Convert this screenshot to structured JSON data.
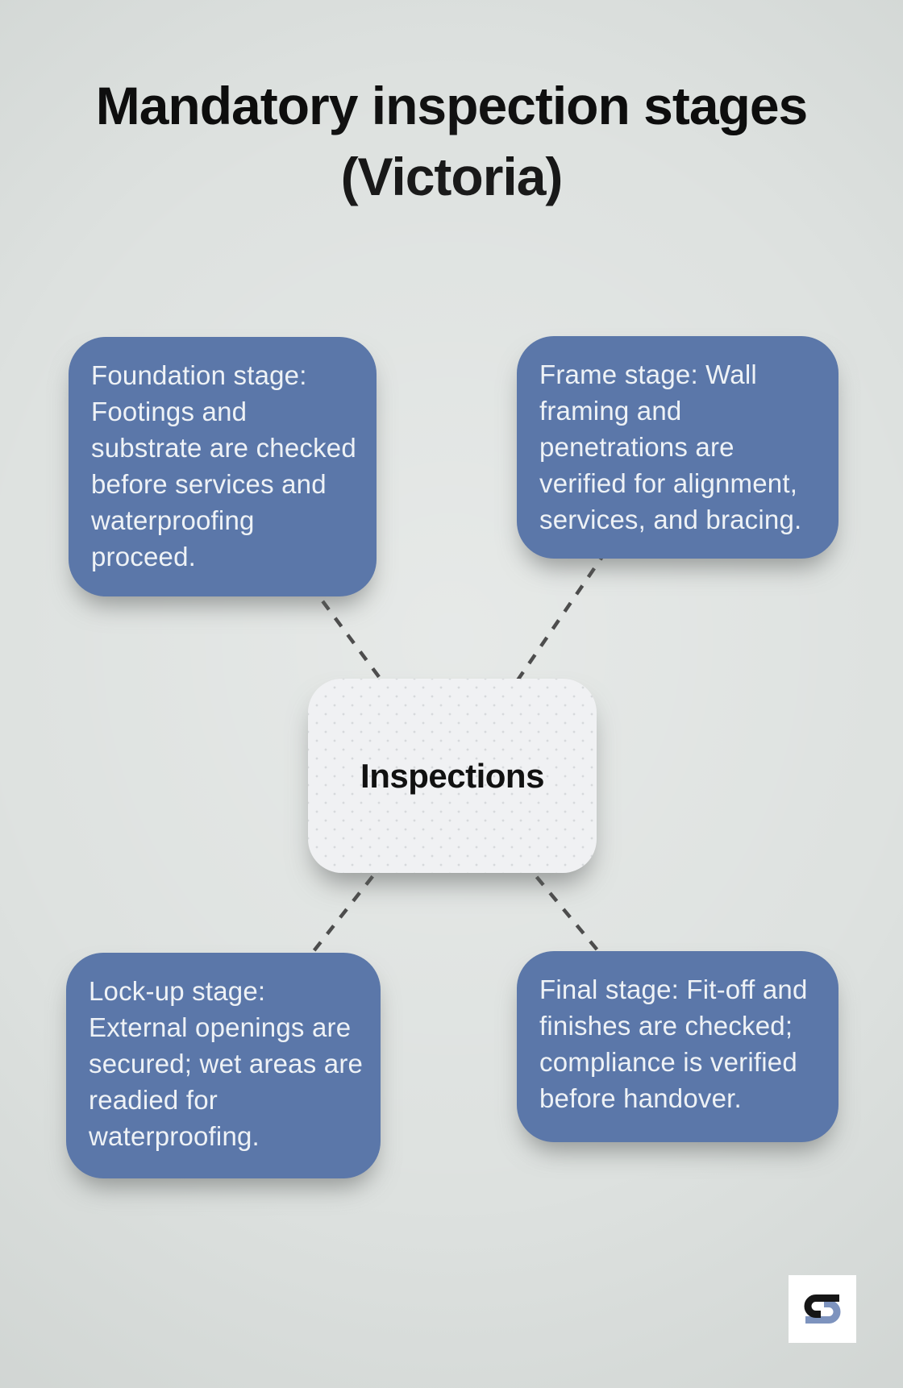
{
  "theme": {
    "background": "#dde1df",
    "title": "#0d0d0d",
    "stage_box_fill": "#5b77a9",
    "stage_box_text": "#eef2f6",
    "center_node_fill": "#f0f1f3",
    "center_node_text": "#111111",
    "connector": "#4d4d4d",
    "logo_tile": "#ffffff",
    "logo_black": "#161616",
    "logo_blue": "#7d93be"
  },
  "header": {
    "title_line1": "Mandatory inspection stages",
    "title_line2": "(Victoria)"
  },
  "diagram": {
    "center_node": {
      "label": "Inspections"
    },
    "stages": [
      {
        "name": "Foundation stage",
        "position": "top-left",
        "text": "Foundation stage: Footings and substrate are checked before services and waterproofing proceed.",
        "lines": [
          "Foundation stage:",
          "Footings and",
          "substrate are checked",
          "before services and",
          "waterproofing",
          "proceed."
        ]
      },
      {
        "name": "Frame stage",
        "position": "top-right",
        "text": "Frame stage: Wall framing and penetrations are verified for alignment, services, and bracing.",
        "lines": [
          "Frame stage: Wall",
          "framing and",
          "penetrations are",
          "verified for alignment,",
          "services, and bracing."
        ]
      },
      {
        "name": "Lock-up stage",
        "position": "bottom-left",
        "text": "Lock-up stage: External openings are secured; wet areas are readied for waterproofing.",
        "lines": [
          "Lock-up stage:",
          "External openings are",
          "secured; wet areas are",
          "readied for",
          "waterproofing."
        ]
      },
      {
        "name": "Final stage",
        "position": "bottom-right",
        "text": "Final stage: Fit-off and finishes are checked; compliance is verified before handover.",
        "lines": [
          "Final stage: Fit-off and",
          "finishes are checked;",
          "compliance is verified",
          "before handover."
        ]
      }
    ]
  },
  "branding": {
    "logo": "s-monogram"
  }
}
